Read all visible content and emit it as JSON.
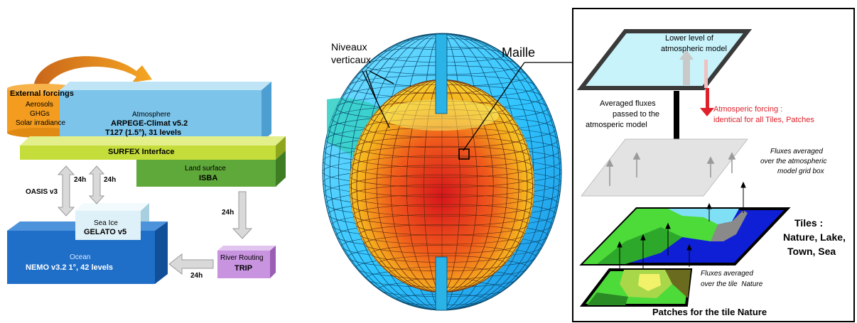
{
  "left_panel": {
    "forcings": {
      "title": "External forcings",
      "items": [
        "Aerosols",
        "GHGs",
        "Solar irradiance"
      ]
    },
    "atmosphere": {
      "label": "Atmosphere",
      "model": "ARPEGE-Climat v5.2",
      "resolution": "T127 (1.5°), 31 levels"
    },
    "surfex": {
      "label": "SURFEX Interface"
    },
    "land": {
      "label": "Land surface",
      "model": "ISBA"
    },
    "seaice": {
      "label": "Sea Ice",
      "model": "GELATO v5"
    },
    "ocean": {
      "label": "Ocean",
      "model": "NEMO v3.2 1°, 42 levels"
    },
    "river": {
      "label": "River Routing",
      "model": "TRIP"
    },
    "coupler": "OASIS v3",
    "freq_label": "24h"
  },
  "middle_panel": {
    "vertical_levels": [
      "Niveaux",
      "verticaux"
    ],
    "cell_label": "Maille"
  },
  "right_panel": {
    "atm_level": [
      "Lower level of",
      "atmospheric model"
    ],
    "avg_fluxes_passed": [
      "Averaged fluxes",
      "passed to the",
      "atmosperic model"
    ],
    "atm_forcing": [
      "Atmosperic forcing :",
      "identical for all Tiles, Patches"
    ],
    "fluxes_grid_box": [
      "Fluxes averaged",
      "over the atmospheric",
      "model grid box"
    ],
    "tiles": [
      "Tiles :",
      "Nature, Lake,",
      "Town, Sea"
    ],
    "fluxes_tile_nature": [
      "Fluxes averaged",
      "over the tile  Nature"
    ],
    "patches": "Patches for the tile Nature"
  },
  "colors": {
    "atmosphere": "#7cc4ea",
    "surfex": "#c5dd3a",
    "land": "#5fa83a",
    "ocean": "#1f6fc8",
    "seaice": "#dff1f8",
    "river": "#c894e0",
    "forcing": "#f39c1f",
    "forcing_red": "#e0202a"
  }
}
